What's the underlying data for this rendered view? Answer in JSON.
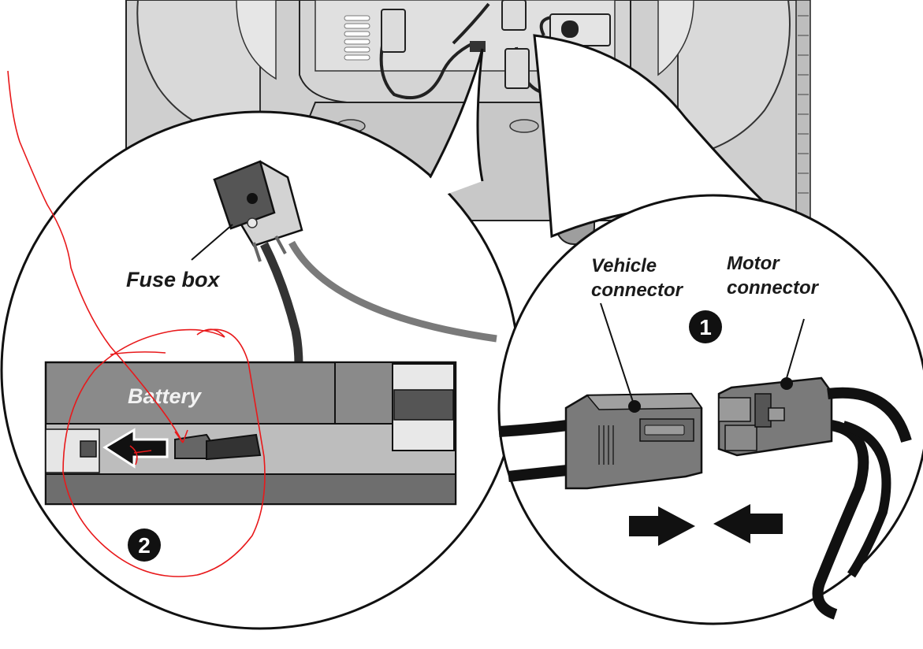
{
  "labels": {
    "fuse_box": "Fuse box",
    "battery": "Battery",
    "vehicle_connector_line1": "Vehicle",
    "vehicle_connector_line2": "connector",
    "motor_connector_line1": "Motor",
    "motor_connector_line2": "connector"
  },
  "steps": {
    "step1": "1",
    "step2": "2"
  },
  "colors": {
    "line": "#111111",
    "vehicle_body": "#d0d0d0",
    "battery_body": "#8a8a8a",
    "annotation": "#e8191b"
  }
}
